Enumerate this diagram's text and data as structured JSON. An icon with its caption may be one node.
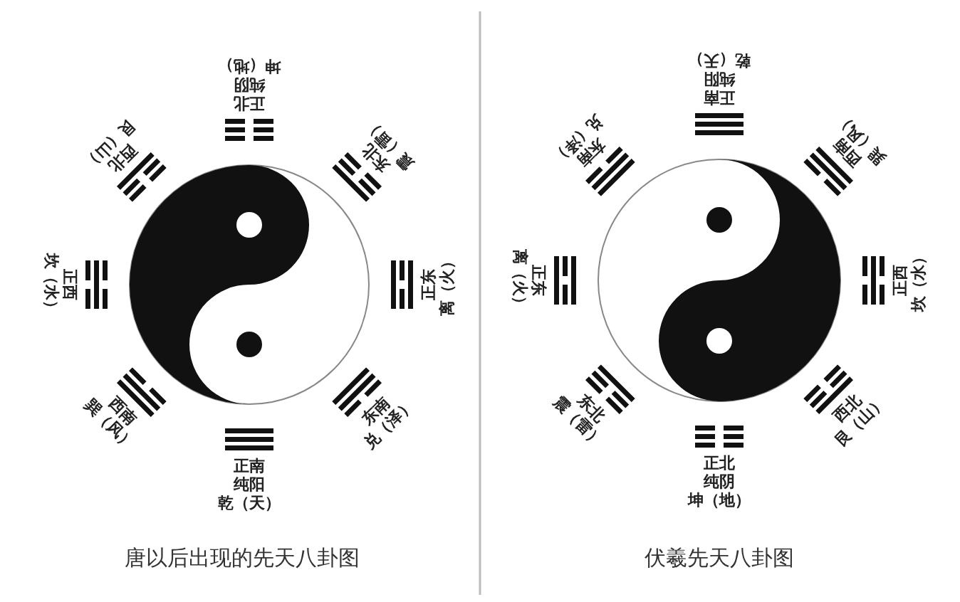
{
  "diagram": {
    "labels": [
      "正北",
      "纯阴",
      "坤（地）",
      "西北",
      "艮（山）",
      "东北",
      "震（雷）",
      "正西",
      "坎（水）",
      "正东",
      "离（火）",
      "西南",
      "巽（风）",
      "东南",
      "兑（泽）",
      "正南",
      "纯阳",
      "乾（天）",
      "唐以后出现的先天八卦图",
      "正南",
      "纯阳",
      "乾（天）",
      "东南",
      "兑（泽）",
      "西南",
      "巽（风）",
      "正东",
      "离（火）",
      "正西",
      "坎（水）",
      "东北",
      "震（雷）",
      "西北",
      "艮（山）",
      "正北",
      "纯阴",
      "坤（地）",
      "伏羲先天八卦图"
    ]
  }
}
